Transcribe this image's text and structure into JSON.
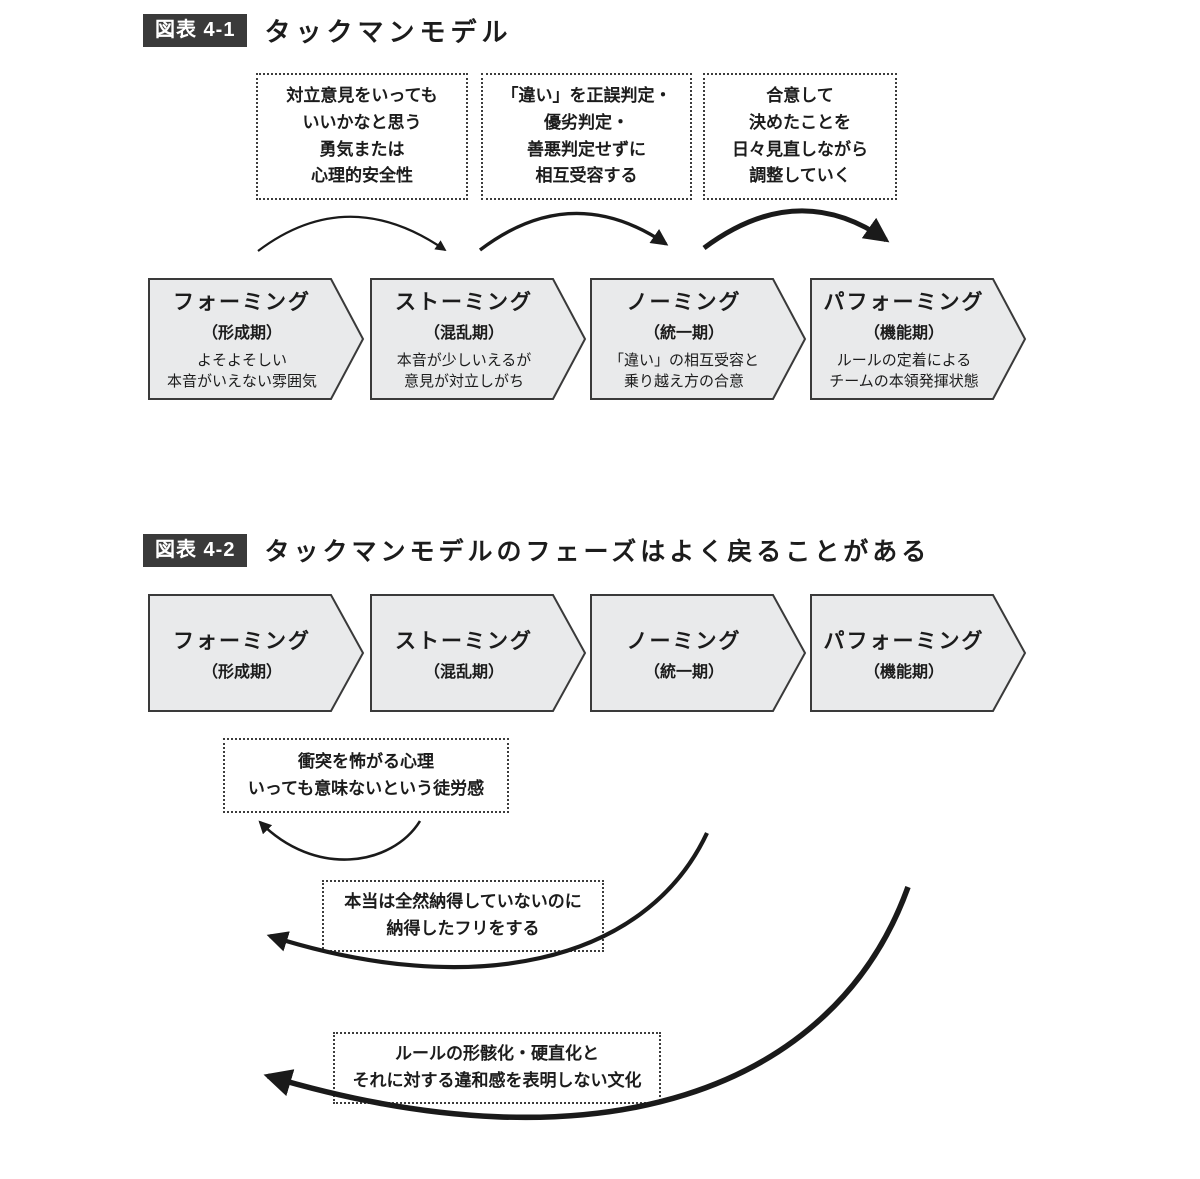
{
  "colors": {
    "stage-fill": "#e9eaeb",
    "stage-border": "#3a3a3a",
    "arrow-color": "#1a1a1a",
    "badge-bg": "#3a3a3a",
    "badge-text": "#ffffff",
    "text-color": "#1c1c1c"
  },
  "figure1": {
    "badge": "図表 4-1",
    "title": "タックマンモデル",
    "callouts": [
      {
        "lines": [
          "対立意見をいっても",
          "いいかなと思う",
          "勇気または",
          "心理的安全性"
        ]
      },
      {
        "lines": [
          "「違い」を正誤判定・",
          "優劣判定・",
          "善悪判定せずに",
          "相互受容する"
        ]
      },
      {
        "lines": [
          "合意して",
          "決めたことを",
          "日々見直しながら",
          "調整していく"
        ]
      }
    ],
    "stages": [
      {
        "title": "フォーミング",
        "phase": "（形成期）",
        "desc_lines": [
          "よそよそしい",
          "本音がいえない雰囲気"
        ]
      },
      {
        "title": "ストーミング",
        "phase": "（混乱期）",
        "desc_lines": [
          "本音が少しいえるが",
          "意見が対立しがち"
        ]
      },
      {
        "title": "ノーミング",
        "phase": "（統一期）",
        "desc_lines": [
          "「違い」の相互受容と",
          "乗り越え方の合意"
        ]
      },
      {
        "title": "パフォーミング",
        "phase": "（機能期）",
        "desc_lines": [
          "ルールの定着による",
          "チームの本領発揮状態"
        ]
      }
    ]
  },
  "figure2": {
    "badge": "図表 4-2",
    "title": "タックマンモデルのフェーズはよく戻ることがある",
    "stages": [
      {
        "title": "フォーミング",
        "phase": "（形成期）"
      },
      {
        "title": "ストーミング",
        "phase": "（混乱期）"
      },
      {
        "title": "ノーミング",
        "phase": "（統一期）"
      },
      {
        "title": "パフォーミング",
        "phase": "（機能期）"
      }
    ],
    "callouts": [
      {
        "lines": [
          "衝突を怖がる心理",
          "いっても意味ないという徒労感"
        ]
      },
      {
        "lines": [
          "本当は全然納得していないのに",
          "納得したフリをする"
        ]
      },
      {
        "lines": [
          "ルールの形骸化・硬直化と",
          "それに対する違和感を表明しない文化"
        ]
      }
    ]
  }
}
